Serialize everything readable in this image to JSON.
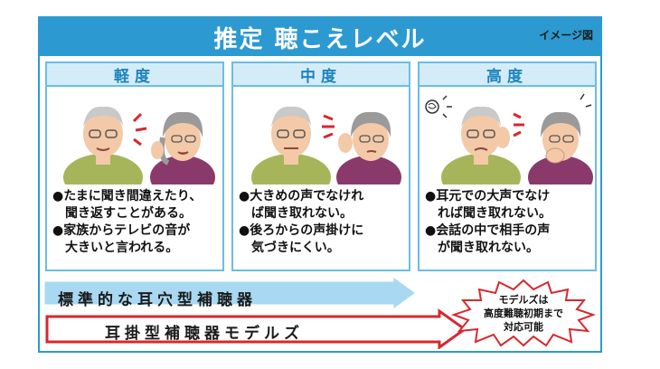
{
  "header": {
    "title": "推定 聴こえレベル",
    "tag": "イメージ図"
  },
  "panels": [
    {
      "title": "軽度",
      "lines": [
        "●たまに聞き間違えたり、",
        "聞き返すことがある。",
        "●家族からテレビの音が",
        "大きいと言われる。"
      ]
    },
    {
      "title": "中度",
      "lines": [
        "●大きめの声でなけれ",
        "ば聞き取れない。",
        "●後ろからの声掛けに",
        "気づきにくい。"
      ]
    },
    {
      "title": "高度",
      "lines": [
        "●耳元での大声でなけ",
        "れば聞き取れない。",
        "●会話の中で相手の声",
        "が聞き取れない。"
      ]
    }
  ],
  "arrows": [
    {
      "label": "標準的な耳穴型補聴器"
    },
    {
      "label": "耳掛型補聴器モデルズ"
    }
  ],
  "burst": {
    "lines": [
      "モデルズは",
      "高度難聴初期まで",
      "対応可能"
    ]
  },
  "colors": {
    "accent": "#2c9ad1",
    "panel_head": "#d4ecf8",
    "arrow_light": "#a9d8f2",
    "arrow_red": "#d8272d"
  }
}
